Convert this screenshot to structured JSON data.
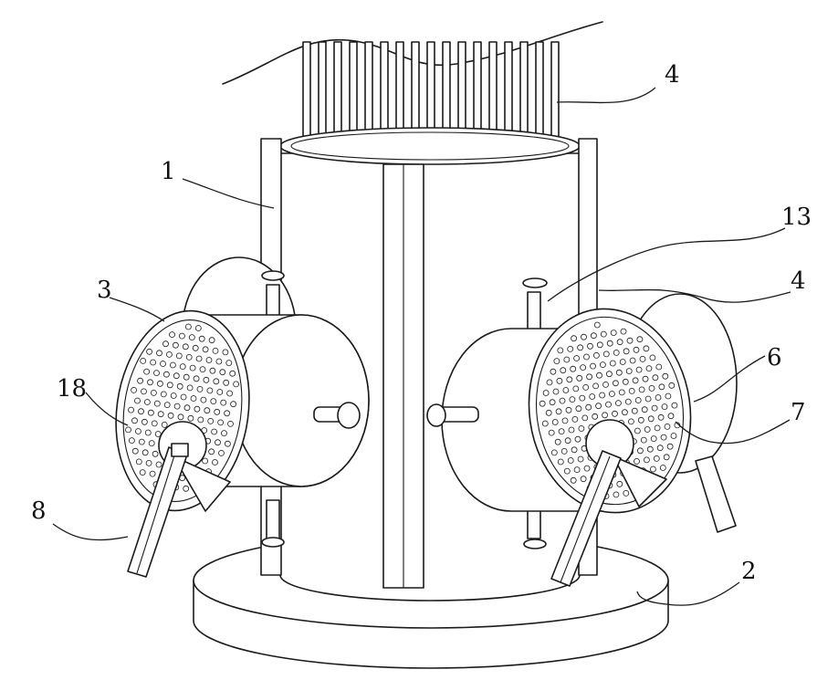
{
  "labels": [
    {
      "id": "top-4",
      "text": "4"
    },
    {
      "id": "left-1",
      "text": "1"
    },
    {
      "id": "right-13",
      "text": "13"
    },
    {
      "id": "left-3",
      "text": "3"
    },
    {
      "id": "right-4",
      "text": "4"
    },
    {
      "id": "right-6",
      "text": "6"
    },
    {
      "id": "left-18",
      "text": "18"
    },
    {
      "id": "right-7",
      "text": "7"
    },
    {
      "id": "left-8",
      "text": "8"
    },
    {
      "id": "right-2",
      "text": "2"
    }
  ]
}
